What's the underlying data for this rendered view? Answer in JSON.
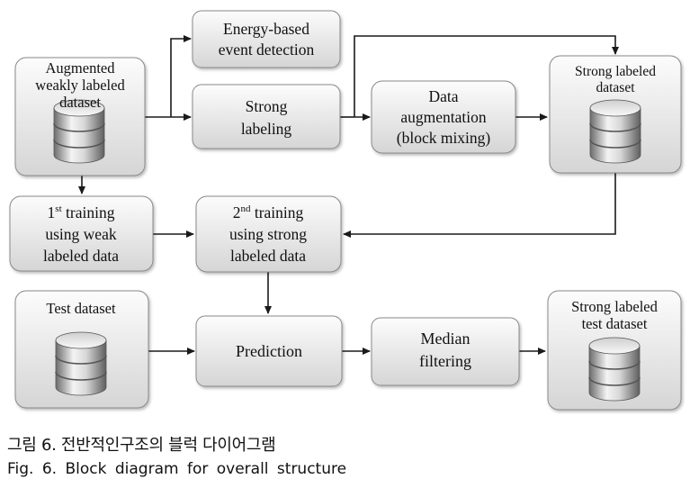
{
  "nodes": {
    "augmented_dataset": {
      "label": [
        "Augmented",
        "weakly labeled",
        "dataset"
      ]
    },
    "energy_detection": {
      "label": [
        "Energy-based",
        "event detection"
      ]
    },
    "strong_labeling": {
      "label": [
        "Strong",
        "labeling"
      ]
    },
    "data_augmentation": {
      "label": [
        "Data",
        "augmentation",
        "(block mixing)"
      ]
    },
    "strong_dataset": {
      "label": [
        "Strong labeled",
        "dataset"
      ]
    },
    "first_training": {
      "line1_main": "1",
      "line1_sup": "st",
      "line1_rest": " training",
      "line2": "using weak",
      "line3": "labeled data"
    },
    "second_training": {
      "line1_main": "2",
      "line1_sup": "nd",
      "line1_rest": " training",
      "line2": "using strong",
      "line3": "labeled data"
    },
    "test_dataset": {
      "label": [
        "Test dataset"
      ]
    },
    "prediction": {
      "label": [
        "Prediction"
      ]
    },
    "median_filtering": {
      "label": [
        "Median",
        "filtering"
      ]
    },
    "strong_test_dataset": {
      "label": [
        "Strong labeled",
        "test dataset"
      ]
    }
  },
  "caption": {
    "korean": "그림 6. 전반적인구조의 블럭 다이어그램",
    "english": "Fig. 6. Block diagram for overall structure"
  },
  "colors": {
    "box_fill_top": "#fbfbfb",
    "box_fill_bottom": "#d6d6d6",
    "box_stroke": "#8a8a8a",
    "arrow": "#1a1a1a",
    "cylinder_light": "#f5f5f5",
    "cylinder_dark": "#7a7a7a"
  }
}
